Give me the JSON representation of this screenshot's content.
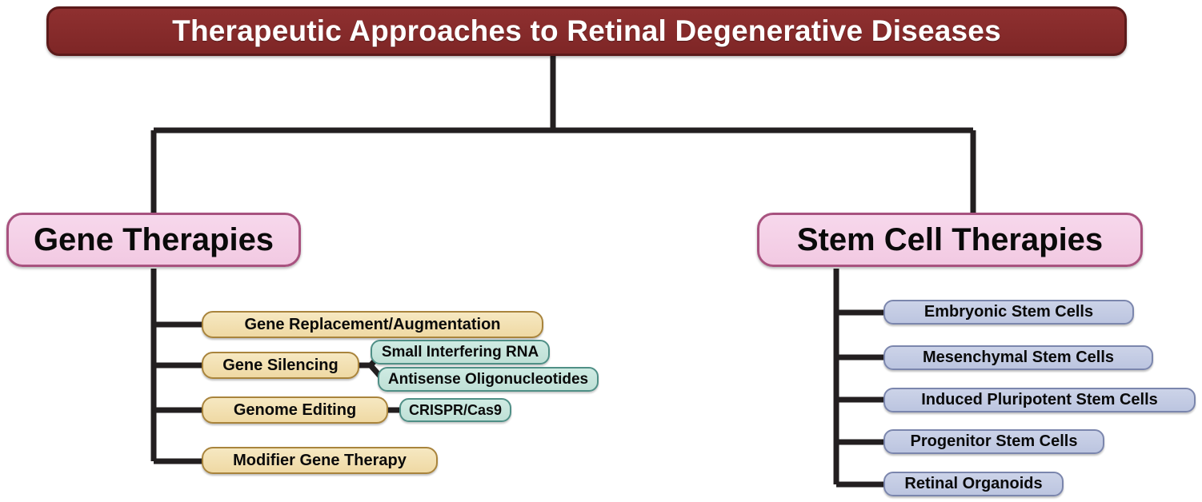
{
  "figure": {
    "type": "hierarchy-diagram",
    "background_color": "#ffffff",
    "title": "Therapeutic Approaches to Retinal Degenerative Diseases"
  },
  "colors": {
    "title_fill": "#8a2b2b",
    "title_border": "#5c1a1a",
    "title_text": "#ffffff",
    "branch_fill": "#f4cfe6",
    "branch_border": "#a8527f",
    "tan_fill": "#f2e0b0",
    "tan_border": "#a9843c",
    "teal_fill": "#c7e6dd",
    "teal_border": "#4f8f86",
    "blue_fill": "#c3cbe3",
    "blue_border": "#7b86ad",
    "connector": "#231f20",
    "node_text": "#0a0a0a"
  },
  "root": {
    "label": "Therapeutic Approaches to Retinal Degenerative Diseases"
  },
  "branches": [
    {
      "id": "gene-therapies",
      "label": "Gene Therapies",
      "children": [
        {
          "id": "gene-replacement-augmentation",
          "label": "Gene Replacement/Augmentation",
          "children": []
        },
        {
          "id": "gene-silencing",
          "label": "Gene Silencing",
          "children": [
            {
              "id": "small-interfering-rna",
              "label": "Small Interfering RNA"
            },
            {
              "id": "antisense-oligonucleotides",
              "label": "Antisense Oligonucleotides"
            }
          ]
        },
        {
          "id": "genome-editing",
          "label": "Genome Editing",
          "children": [
            {
              "id": "crispr-cas9",
              "label": "CRISPR/Cas9"
            }
          ]
        },
        {
          "id": "modifier-gene-therapy",
          "label": "Modifier Gene Therapy",
          "children": []
        }
      ]
    },
    {
      "id": "stem-cell-therapies",
      "label": "Stem Cell Therapies",
      "children": [
        {
          "id": "embryonic-stem-cells",
          "label": "Embryonic Stem Cells",
          "children": []
        },
        {
          "id": "mesenchymal-stem-cells",
          "label": "Mesenchymal Stem Cells",
          "children": []
        },
        {
          "id": "induced-pluripotent-stem-cells",
          "label": "Induced Pluripotent Stem Cells",
          "children": []
        },
        {
          "id": "progenitor-stem-cells",
          "label": "Progenitor Stem Cells",
          "children": []
        },
        {
          "id": "retinal-organoids",
          "label": "Retinal Organoids",
          "children": []
        }
      ]
    }
  ]
}
